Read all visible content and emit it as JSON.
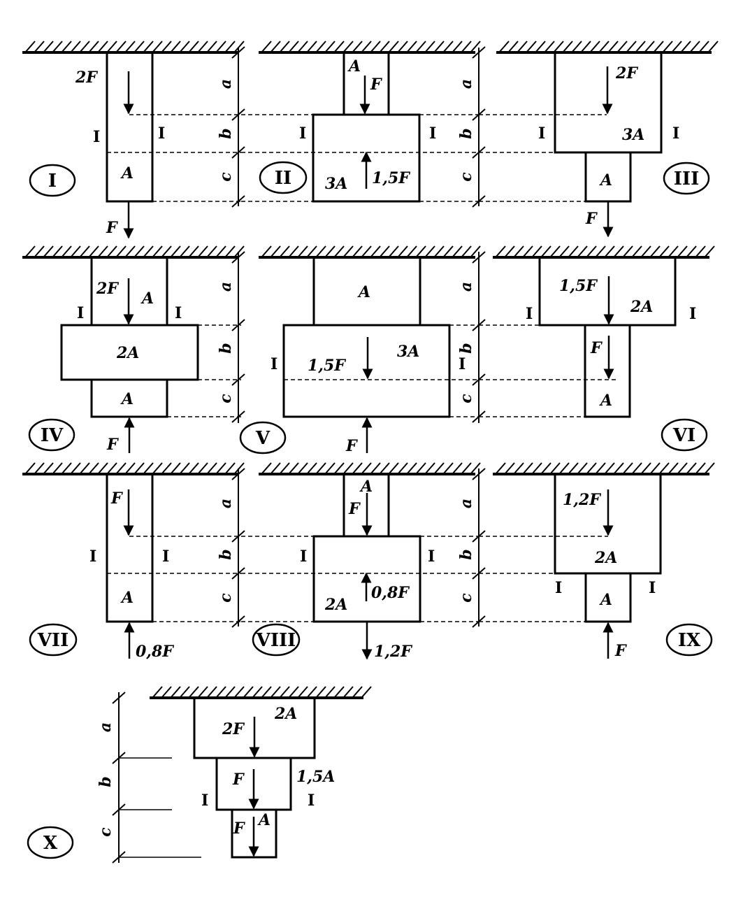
{
  "variants": {
    "I": {
      "number": "I",
      "labels": {
        "force_top": "2F",
        "area": "A",
        "force_end": "F"
      }
    },
    "II": {
      "number": "II",
      "labels": {
        "area_narrow": "A",
        "force_top": "F",
        "area_wide": "3A",
        "force_mid": "1,5F"
      }
    },
    "III": {
      "number": "III",
      "labels": {
        "force_top": "2F",
        "area_wide": "3A",
        "area_narrow": "A",
        "force_end": "F"
      }
    },
    "IV": {
      "number": "IV",
      "labels": {
        "force_top": "2F",
        "area_top": "A",
        "area_mid": "2A",
        "area_bottom": "A",
        "force_end": "F"
      }
    },
    "V": {
      "number": "V",
      "labels": {
        "area_top": "A",
        "force_mid": "1,5F",
        "area_wide": "3A",
        "force_end": "F"
      }
    },
    "VI": {
      "number": "VI",
      "labels": {
        "force_top": "1,5F",
        "area_wide": "2A",
        "force_mid": "F",
        "area_narrow": "A"
      }
    },
    "VII": {
      "number": "VII",
      "labels": {
        "force_top": "F",
        "area": "A",
        "force_end": "0,8F"
      }
    },
    "VIII": {
      "number": "VIII",
      "labels": {
        "area_narrow": "A",
        "force_top": "F",
        "force_mid": "0,8F",
        "area_wide": "2A",
        "force_end": "1,2F"
      }
    },
    "IX": {
      "number": "IX",
      "labels": {
        "force_top": "1,2F",
        "area_wide": "2A",
        "area_narrow": "A",
        "force_end": "F"
      }
    },
    "X": {
      "number": "X",
      "labels": {
        "area_top": "2A",
        "force_top": "2F",
        "force_mid": "F",
        "area_mid": "1,5A",
        "force_bottom": "F",
        "area_bottom": "A"
      }
    }
  },
  "dimension_labels": {
    "a": "a",
    "b": "b",
    "c": "c"
  },
  "section_mark": "I"
}
